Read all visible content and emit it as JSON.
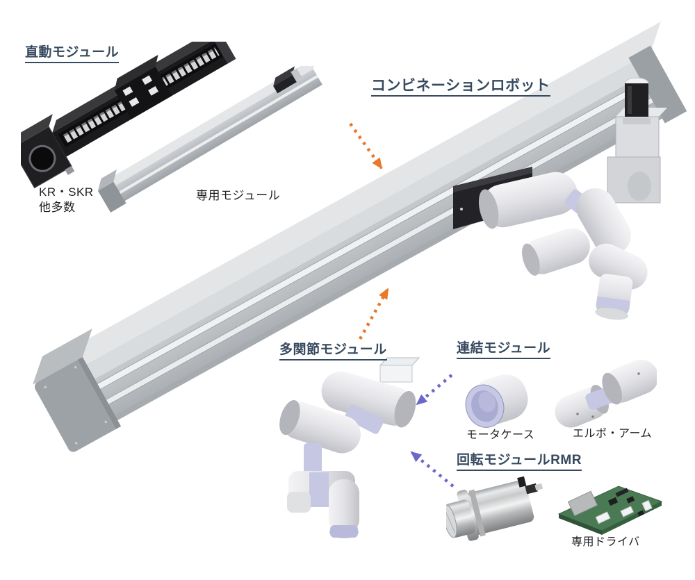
{
  "colors": {
    "background": "#ffffff",
    "heading": "#36495f",
    "text": "#1f1f1f",
    "arrow_orange": "#e8782a",
    "arrow_purple": "#6b68cc"
  },
  "headings": {
    "linear_module": "直動モジュール",
    "combination_robot": "コンビネーションロボット",
    "articulated_module": "多関節モジュール",
    "link_module": "連結モジュール",
    "rotation_module": "回転モジュールRMR"
  },
  "captions": {
    "kr_skr_line1": "KR・SKR",
    "kr_skr_line2": "他多数",
    "dedicated_module": "専用モジュール",
    "motor_case": "モータケース",
    "elbow_arm": "エルボ・アーム",
    "dedicated_driver": "専用ドライバ"
  }
}
